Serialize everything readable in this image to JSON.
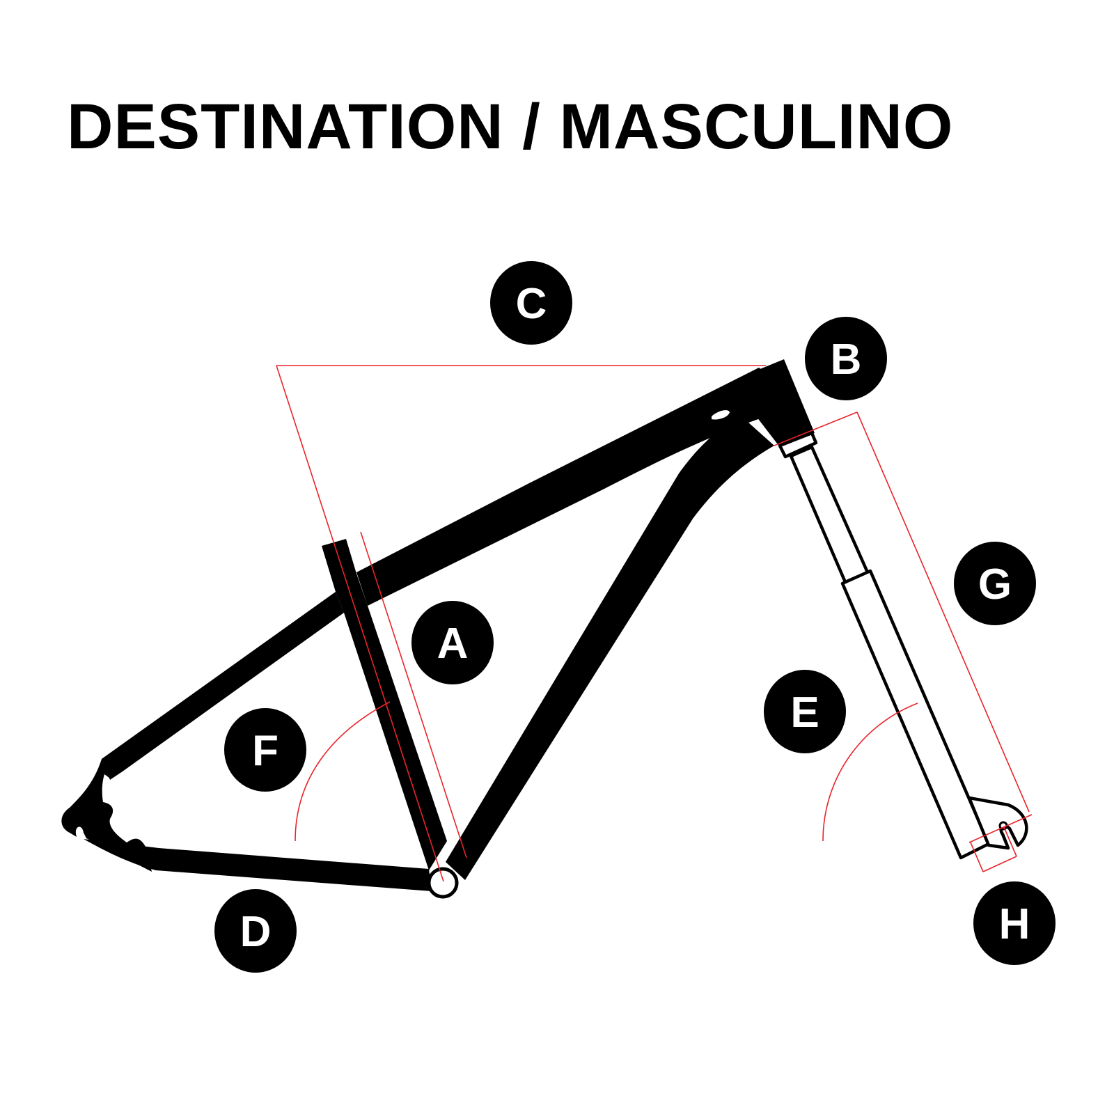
{
  "title": "DESTINATION / MASCULINO",
  "labels": {
    "a": "A",
    "b": "B",
    "c": "C",
    "d": "D",
    "e": "E",
    "f": "F",
    "g": "G",
    "h": "H"
  },
  "colors": {
    "frame": "#000000",
    "measure_lines": "#e8242a",
    "badge_fill": "#000000",
    "badge_text": "#ffffff",
    "background": "#ffffff"
  }
}
